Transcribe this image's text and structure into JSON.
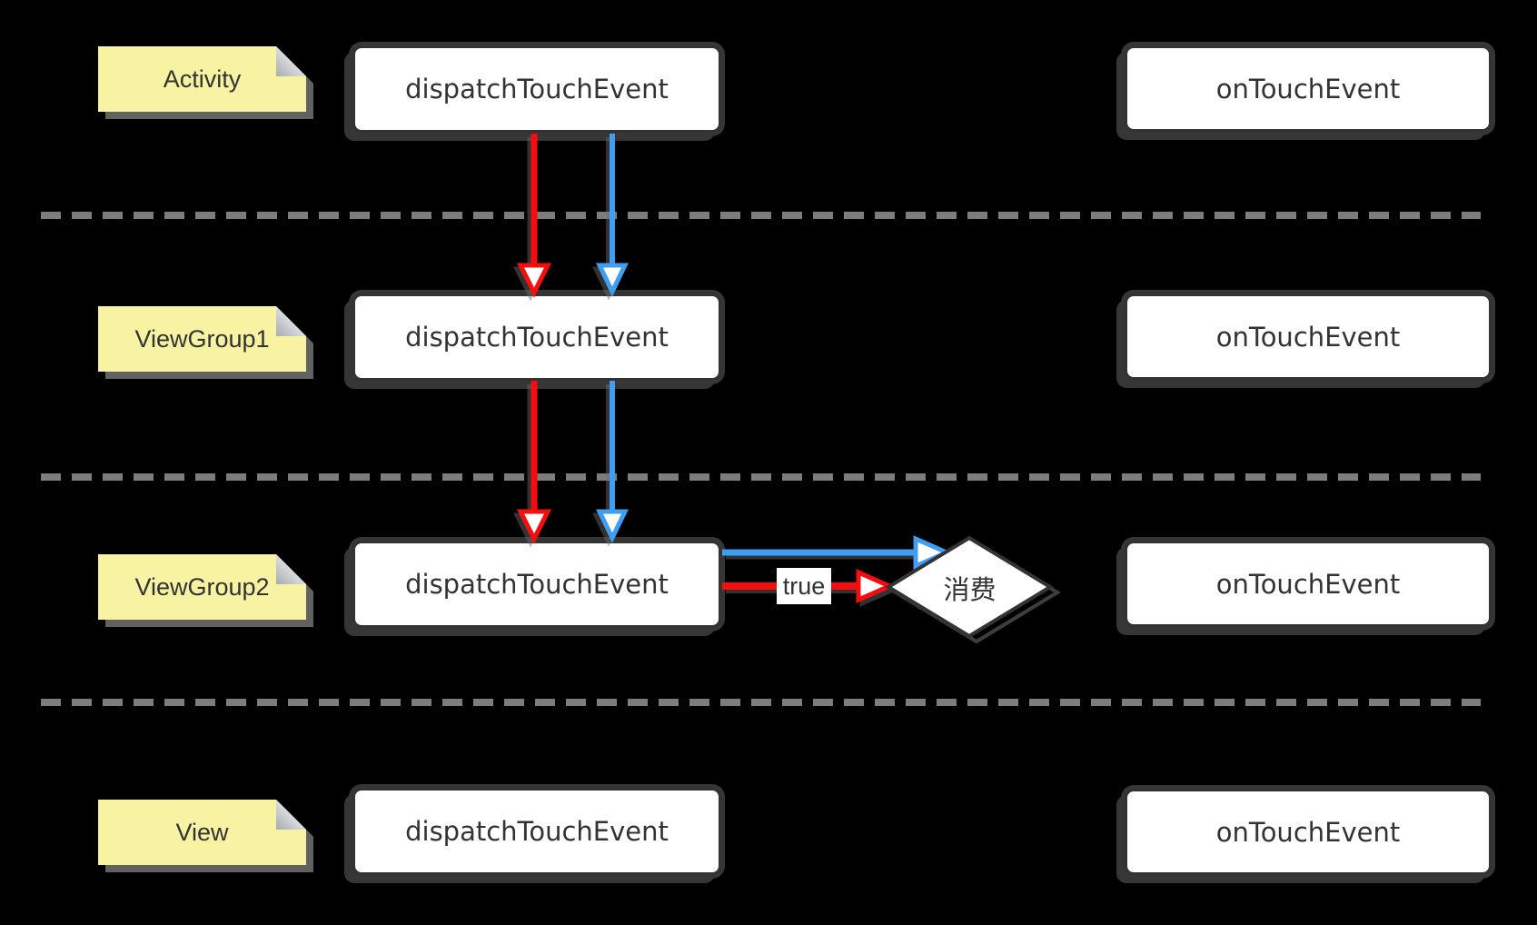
{
  "diagram": {
    "description": "Android touch event dispatch flow",
    "colors": {
      "background": "#000000",
      "event_down_arrow": "#f70d0d",
      "event_up_arrow": "#3f9ef2",
      "sticky_yellow": "#f7f3a3",
      "dash_gray": "#7d7d7d",
      "box_fill": "#ffffff",
      "box_border": "#333333",
      "text": "#333333"
    }
  },
  "rows": [
    {
      "id": "activity",
      "sticky_label": "Activity",
      "dispatch_label": "dispatchTouchEvent",
      "ontouch_label": "onTouchEvent"
    },
    {
      "id": "viewgroup1",
      "sticky_label": "ViewGroup1",
      "dispatch_label": "dispatchTouchEvent",
      "ontouch_label": "onTouchEvent"
    },
    {
      "id": "viewgroup2",
      "sticky_label": "ViewGroup2",
      "dispatch_label": "dispatchTouchEvent",
      "ontouch_label": "onTouchEvent"
    },
    {
      "id": "view",
      "sticky_label": "View",
      "dispatch_label": "dispatchTouchEvent",
      "ontouch_label": "onTouchEvent"
    }
  ],
  "labels": {
    "true_label": "true",
    "consume_label": "消费"
  }
}
